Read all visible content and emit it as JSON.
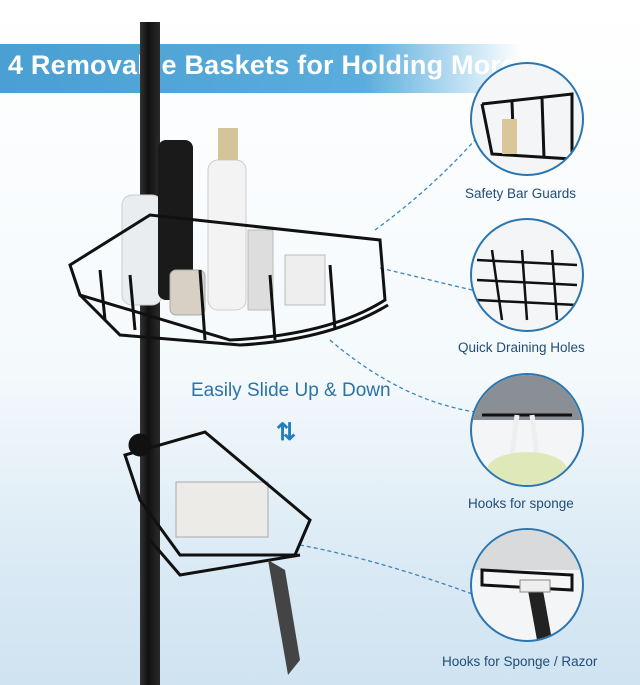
{
  "banner": {
    "title": "4 Removable Baskets for Holding More"
  },
  "center_caption": {
    "text": "Easily Slide Up & Down",
    "arrows": "⇅"
  },
  "features": [
    {
      "label": "Safety Bar Guards",
      "icon": "safety-bar-guard"
    },
    {
      "label": "Quick Draining Holes",
      "icon": "draining-holes"
    },
    {
      "label": "Hooks for sponge",
      "icon": "sponge-hook"
    },
    {
      "label": "Hooks for Sponge / Razor",
      "icon": "razor-hook"
    }
  ],
  "colors": {
    "accent": "#4a9fd3",
    "text": "#2a73a8",
    "circle_border": "#2b76b0"
  }
}
